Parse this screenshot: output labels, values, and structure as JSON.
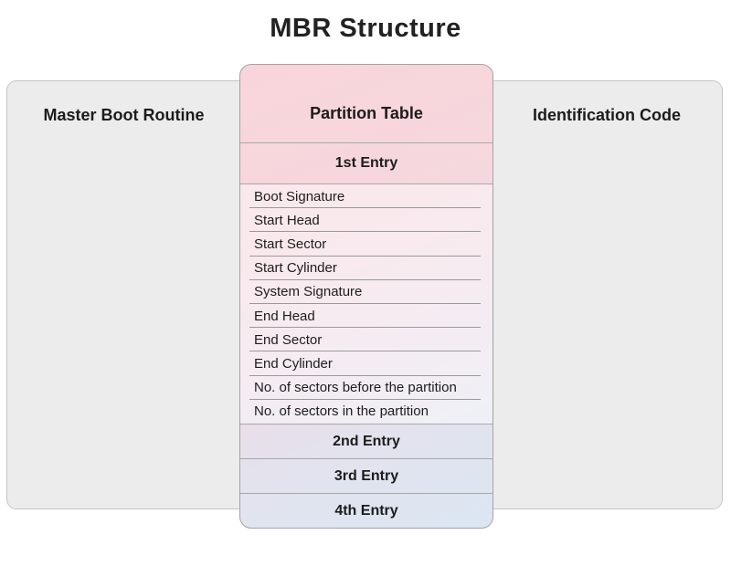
{
  "title": "MBR Structure",
  "sections": {
    "left": "Master Boot Routine",
    "center": "Partition Table",
    "right": "Identification Code"
  },
  "entries": [
    "1st Entry",
    "2nd Entry",
    "3rd Entry",
    "4th Entry"
  ],
  "fields": [
    "Boot Signature",
    "Start Head",
    "Start Sector",
    "Start Cylinder",
    "System Signature",
    "End Head",
    "End Sector",
    "End Cylinder",
    "No. of sectors before the partition",
    "No. of sectors in the partition"
  ],
  "colors": {
    "pink": "#f8d5da",
    "blue": "#dbe6f2",
    "panel_gray": "#ececec",
    "border_gray": "#a6a6a6"
  }
}
